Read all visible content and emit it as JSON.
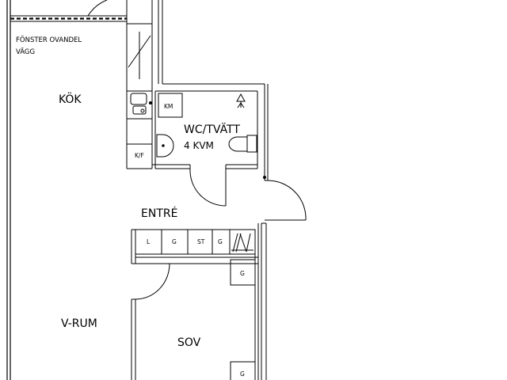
{
  "rooms": {
    "kitchen": "KÖK",
    "wc_laundry": "WC/TVÄTT",
    "wc_area": "4 KVM",
    "entrance": "ENTRÉ",
    "living_room": "V-RUM",
    "bedroom": "SOV"
  },
  "note": {
    "line1": "FÖNSTER OVANDEL",
    "line2": "VÄGG"
  },
  "fixtures": {
    "microwave": "KM",
    "fridge_freezer": "K/F",
    "hall_closets": [
      "L",
      "G",
      "ST",
      "G"
    ],
    "bedroom_closet_top": "G",
    "bedroom_closet_bottom": "G"
  }
}
